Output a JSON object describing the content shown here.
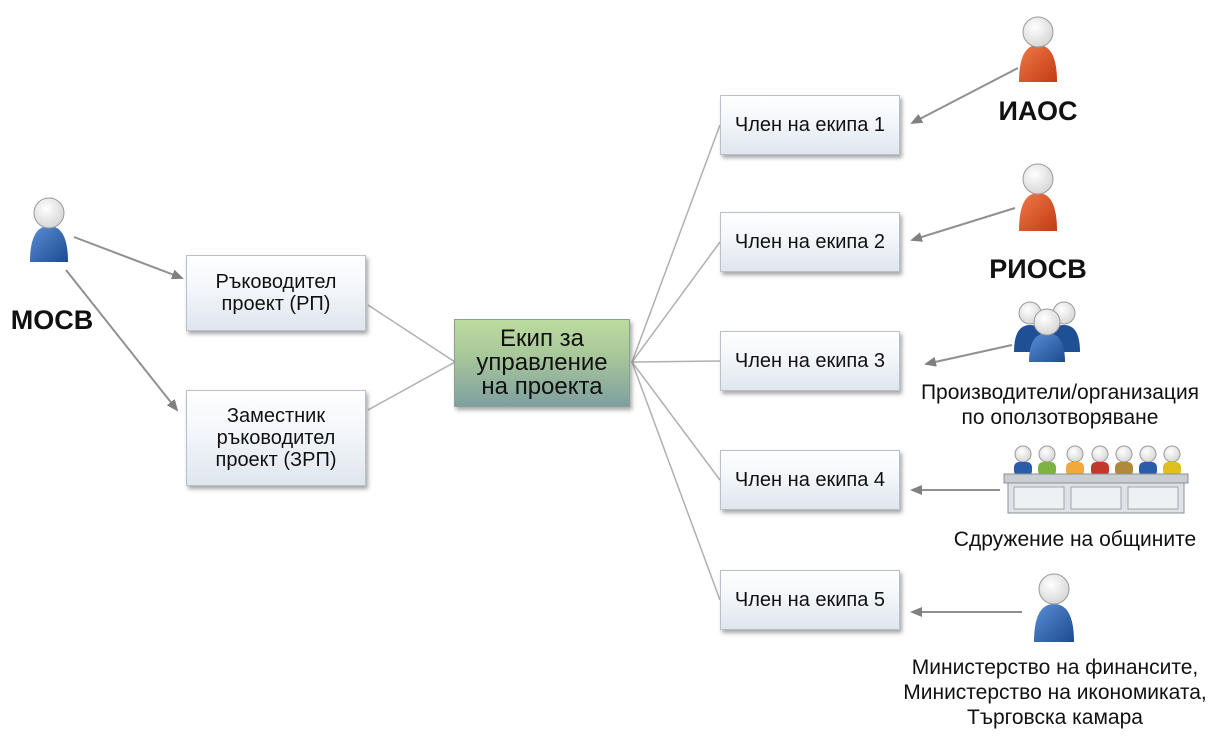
{
  "center": {
    "label_lines": [
      "Екип за",
      "управление",
      "на проекта"
    ]
  },
  "left_boxes": [
    {
      "lines": [
        "Ръководител",
        "проект (РП)"
      ]
    },
    {
      "lines": [
        "Заместник",
        "ръководител",
        "проект (ЗРП)"
      ]
    }
  ],
  "members": [
    "Член на екипа 1",
    "Член на екипа 2",
    "Член на екипа 3",
    "Член на екипа 4",
    "Член на екипа 5"
  ],
  "actors": {
    "left": "МОСВ",
    "iaos": "ИАОС",
    "riosv": "РИОСВ",
    "producers": [
      "Производители/организация",
      "по оползотворяване"
    ],
    "municipalities": "Сдружение на общините",
    "ministries": [
      "Министерство на финансите,",
      "Министерство на икономиката,",
      "Търговска камара"
    ]
  },
  "icons": [
    "person-icon",
    "group-icon",
    "council-table-icon"
  ],
  "colors": {
    "blue_person": "#2a5da8",
    "red_person": "#d8461a",
    "center_box": "#a9c89a",
    "connector": "#a9a9a9",
    "arrow": "#808080"
  }
}
